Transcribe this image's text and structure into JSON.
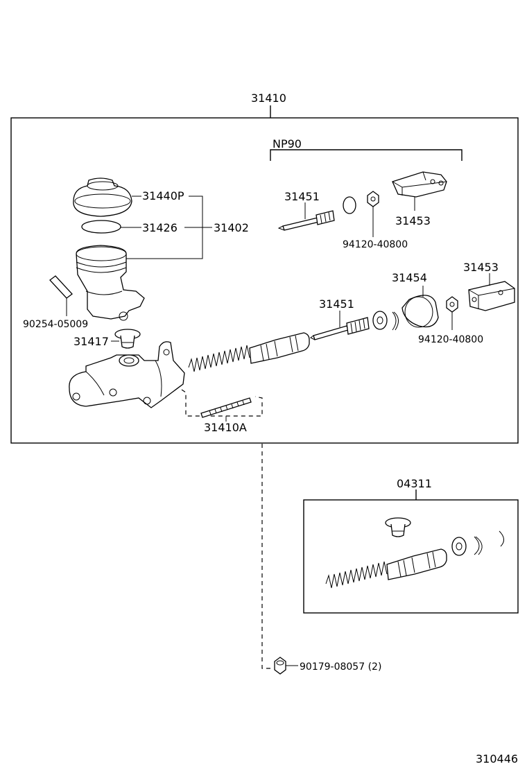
{
  "labels": {
    "assembly": "31410",
    "np90": "NP90",
    "reservoir_cap": "31440P",
    "diaphragm": "31426",
    "reservoir_set": "31402",
    "pin": "90254-05009",
    "grommet": "31417",
    "push_rod_top": "31451",
    "nut_top": "94120-40800",
    "clevis_top": "31453",
    "push_rod": "31451",
    "boot": "31454",
    "clevis": "31453",
    "nut": "94120-40800",
    "stud": "31410A",
    "kit": "04311",
    "nut_bottom": "90179-08057 (2)",
    "diagram_id": "310446"
  }
}
